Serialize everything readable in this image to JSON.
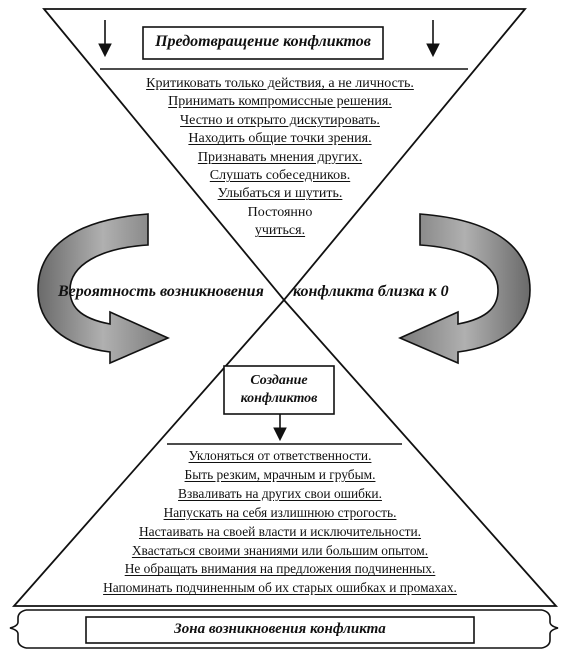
{
  "header": {
    "title": "Предотвращение конфликтов"
  },
  "prevention_rules": [
    "Критиковать только действия, а не личность.",
    "Принимать компромиссные решения.",
    "Честно и открыто дискутировать.",
    "Находить общие точки зрения.",
    "Признавать мнения других.",
    "Слушать собеседников.",
    "Улыбаться и шутить."
  ],
  "prevention_last": {
    "line1": "Постоянно",
    "line2": "учиться."
  },
  "middle": {
    "left": "Вероятность возникновения",
    "right": "конфликта близка к 0"
  },
  "creation": {
    "line1": "Создание",
    "line2": "конфликтов"
  },
  "conflict_behaviors": [
    "Уклоняться от ответственности.",
    "Быть резким, мрачным и грубым.",
    "Взваливать на других свои ошибки.",
    "Напускать на себя излишнюю строгость.",
    "Настаивать на своей власти и исключительности.",
    "Хвастаться своими знаниями или большим опытом.",
    "Не обращать внимания на предложения подчиненных.",
    "Напоминать подчиненным об их старых ошибках и промахах."
  ],
  "footer": {
    "title": "Зона возникновения конфликта"
  },
  "colors": {
    "ink": "#111111",
    "arrow_fill": "#9a9a9a",
    "arrow_dark": "#5a5a5a",
    "background": "#ffffff"
  }
}
